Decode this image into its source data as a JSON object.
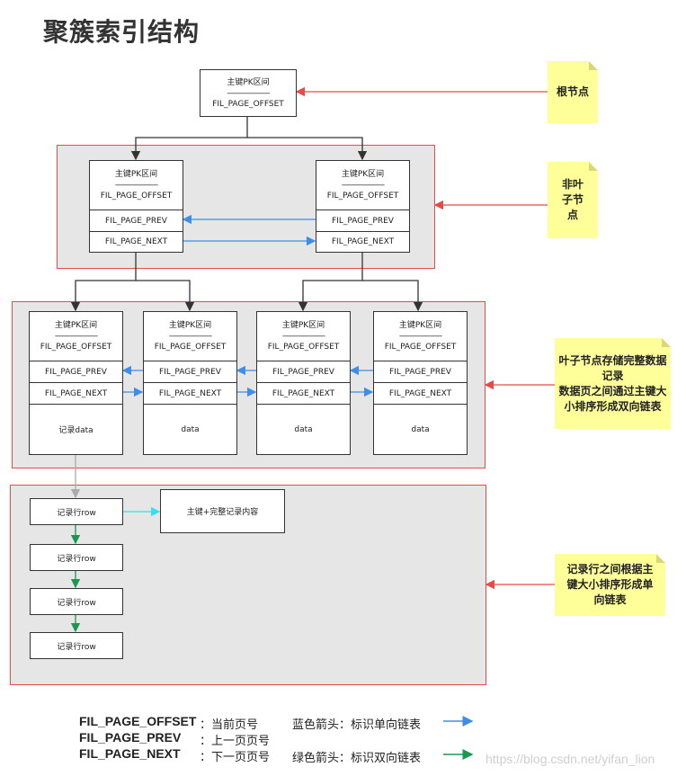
{
  "title": "聚簇索引结构",
  "pk_range": "主键PK区间",
  "dashes": "---------------------",
  "offset": "FIL_PAGE_OFFSET",
  "prev": "FIL_PAGE_PREV",
  "next": "FIL_PAGE_NEXT",
  "leaf_data": [
    "记录data",
    "data",
    "data",
    "data"
  ],
  "rows": [
    "记录行row",
    "记录行row",
    "记录行row",
    "记录行row"
  ],
  "row_content": "主键+完整记录内容",
  "notes": {
    "root": "根节点",
    "nonleaf": "非叶子节点",
    "leaf": "叶子节点存储完整数据记录\n数据页之间通过主键大小排序形成双向链表",
    "row": "记录行之间根据主键大小排序形成单向链表"
  },
  "legend": {
    "items": [
      {
        "key": "FIL_PAGE_OFFSET",
        "desc": "：当前页号"
      },
      {
        "key": "FIL_PAGE_PREV",
        "desc": "：上一页页号"
      },
      {
        "key": "FIL_PAGE_NEXT",
        "desc": "：下一页页号"
      }
    ],
    "blue": "蓝色箭头：标识单向链表",
    "green": "绿色箭头：标识双向链表"
  },
  "watermark": "https://blog.csdn.net/yifan_lion",
  "colors": {
    "red": "#e84a4a",
    "blue": "#3d8ee8",
    "green": "#1a9850",
    "cyan": "#33e0f0",
    "note": "#ffff99",
    "group": "#e6e6e6"
  }
}
